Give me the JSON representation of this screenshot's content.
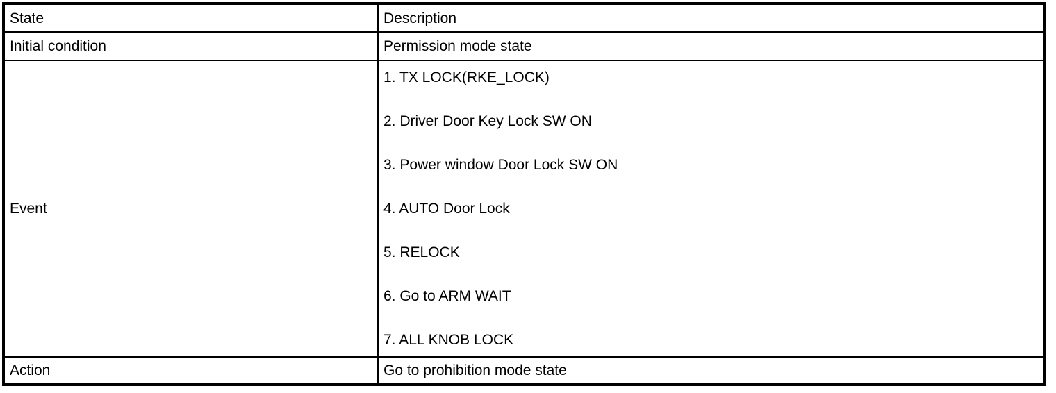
{
  "table": {
    "columns": {
      "state": "State",
      "description": "Description"
    },
    "rows": {
      "initial": {
        "state": "Initial condition",
        "description": "Permission mode state"
      },
      "event": {
        "state": "Event",
        "items": [
          "1. TX LOCK(RKE_LOCK)",
          "2. Driver Door Key Lock SW ON",
          "3. Power window Door Lock SW ON",
          "4. AUTO Door Lock",
          "5. RELOCK",
          "6. Go to ARM WAIT",
          "7. ALL KNOB LOCK"
        ]
      },
      "action": {
        "state": "Action",
        "description": "Go to prohibition mode state"
      }
    }
  },
  "colors": {
    "border": "#000000",
    "background": "#ffffff",
    "text": "#000000"
  }
}
